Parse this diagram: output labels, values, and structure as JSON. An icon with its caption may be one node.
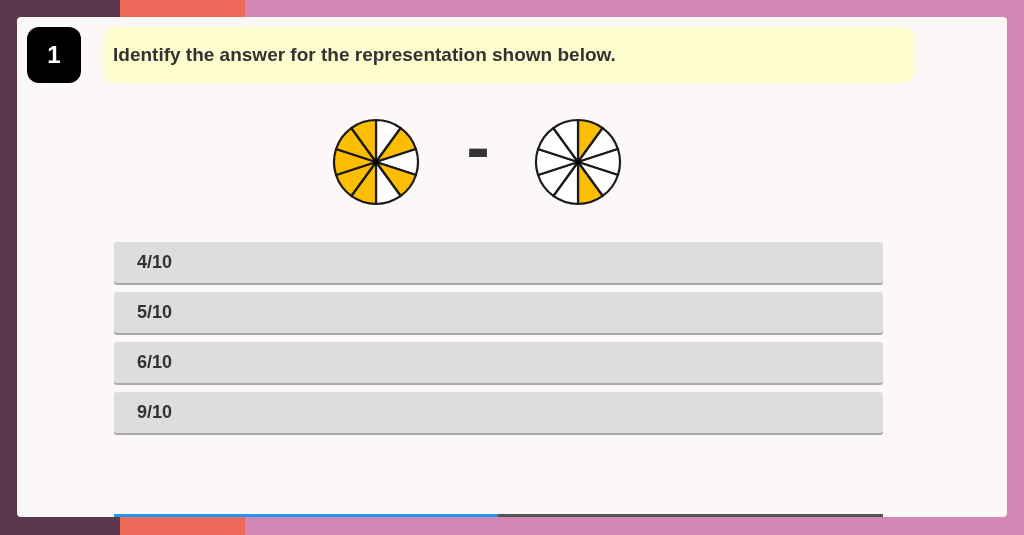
{
  "diagram": {
    "nodes": [
      {
        "text": [
          "1"
        ]
      },
      {
        "text": [
          "Identify the answer for the representation shown below."
        ]
      },
      {
        "text": [
          "4/10"
        ]
      },
      {
        "text": [
          "5/10"
        ]
      },
      {
        "text": [
          "6/10"
        ]
      },
      {
        "text": [
          "9/10"
        ]
      }
    ],
    "labels": [
      "-"
    ]
  }
}
